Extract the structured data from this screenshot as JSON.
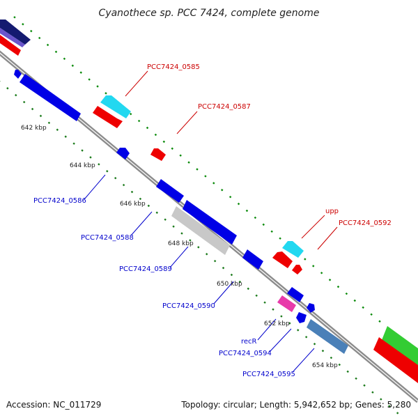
{
  "title": "Cyanothece sp. PCC 7424, complete genome",
  "footer": {
    "accession": "Accession: NC_011729",
    "info": "Topology: circular; Length: 5,942,652 bp; Genes: 5,280"
  },
  "colors": {
    "backbone": "#8c8c8c",
    "tick": "#1a7a1a",
    "gc_tick": "#0a8a0a",
    "label_forward": "#cc0000",
    "label_reverse": "#0000cc"
  },
  "kbp_labels": [
    "642 kbp",
    "644 kbp",
    "646 kbp",
    "648 kbp",
    "650 kbp",
    "652 kbp",
    "654 kbp"
  ],
  "gene_labels": [
    {
      "text": "PCC7424_0585",
      "strand": "forward"
    },
    {
      "text": "PCC7424_0587",
      "strand": "forward"
    },
    {
      "text": "upp",
      "strand": "forward"
    },
    {
      "text": "PCC7424_0592",
      "strand": "forward"
    },
    {
      "text": "PCC7424_0586",
      "strand": "reverse"
    },
    {
      "text": "PCC7424_0588",
      "strand": "reverse"
    },
    {
      "text": "PCC7424_0589",
      "strand": "reverse"
    },
    {
      "text": "PCC7424_0590",
      "strand": "reverse"
    },
    {
      "text": "recR",
      "strand": "reverse"
    },
    {
      "text": "PCC7424_0594",
      "strand": "reverse"
    },
    {
      "text": "PCC7424_0595",
      "strand": "reverse"
    }
  ],
  "feature_colors": {
    "cds": "#0000e6",
    "cds_forward": "#ee0000",
    "tRNA_like": "#22d8f0",
    "pseudo_grey": "#c8c8c8",
    "misc_pink": "#e83aaa",
    "steel": "#4a80b8",
    "rRNA_green": "#33cc33",
    "navy": "#141a70",
    "purple": "#6a55cc"
  }
}
